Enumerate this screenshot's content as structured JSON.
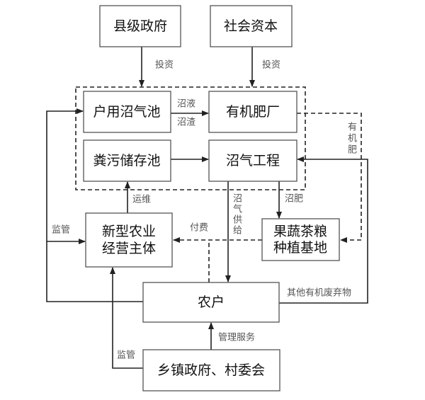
{
  "nodes": {
    "county_gov": "县级政府",
    "social_capital": "社会资本",
    "household_digester": "户用沼气池",
    "organic_fertilizer_plant": "有机肥厂",
    "manure_storage": "粪污储存池",
    "biogas_project": "沼气工程",
    "agri_entity_line1": "新型农业",
    "agri_entity_line2": "经营主体",
    "planting_base_line1": "果蔬茶粮",
    "planting_base_line2": "种植基地",
    "farmers": "农户",
    "township_gov": "乡镇政府、村委会"
  },
  "edges": {
    "invest_1": "投资",
    "invest_2": "投资",
    "slurry": "沼液",
    "residue": "沼渣",
    "organic_fertilizer": [
      "有",
      "机",
      "肥"
    ],
    "om": "运维",
    "supervise_1": "监管",
    "pay": "付费",
    "biogas_supply": [
      "沼",
      "气",
      "供",
      "给"
    ],
    "biogas_fertilizer": "沼肥",
    "other_waste": "其他有机废弃物",
    "management_service": "管理服务",
    "supervise_2": "监管"
  }
}
